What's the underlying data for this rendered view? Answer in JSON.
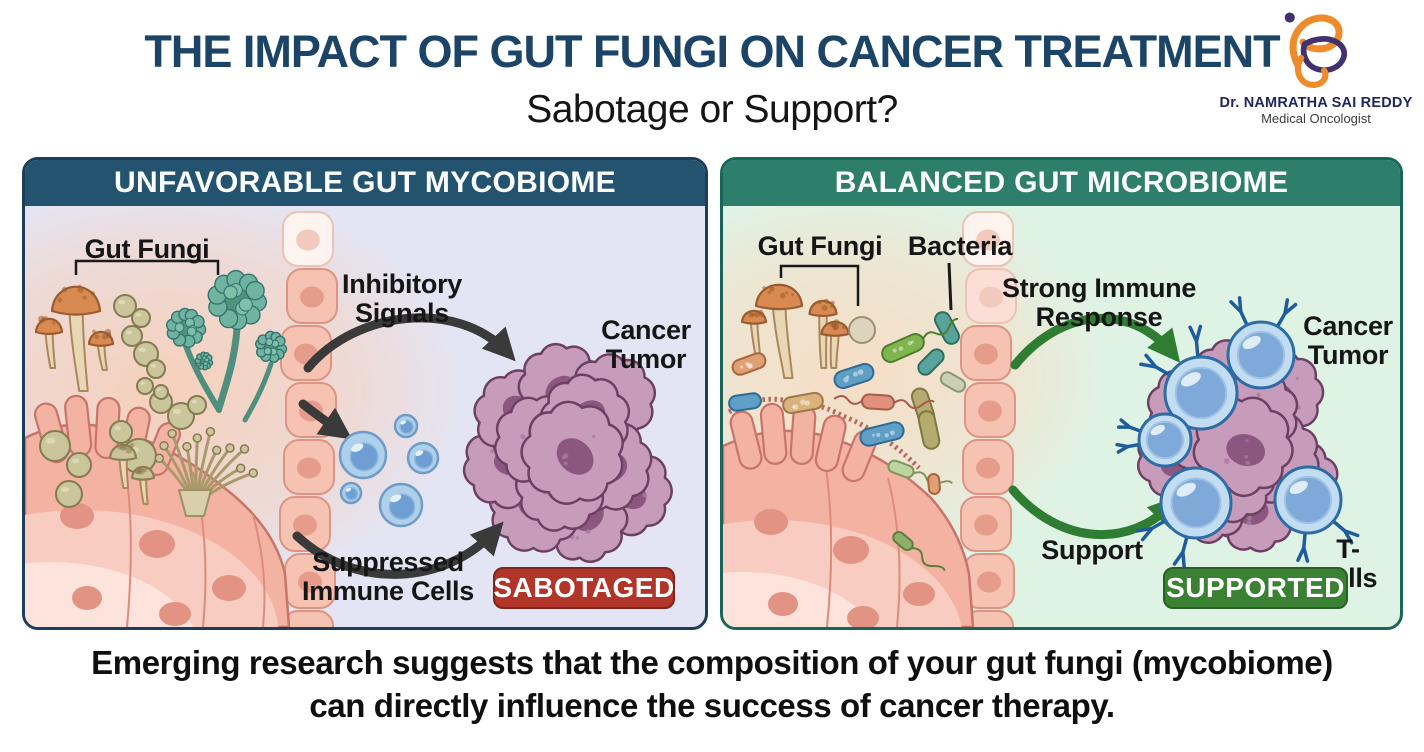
{
  "header": {
    "title": "THE IMPACT OF GUT FUNGI ON CANCER TREATMENT",
    "subtitle": "Sabotage or Support?",
    "logo": {
      "name": "Dr. NAMRATHA SAI REDDY",
      "specialty": "Medical Oncologist"
    }
  },
  "left_panel": {
    "title": "UNFAVORABLE GUT MYCOBIOME",
    "labels": {
      "gut_fungi": "Gut Fungi",
      "inhibitory_signals": "Inhibitory\nSignals",
      "cancer_tumor": "Cancer\nTumor",
      "suppressed_immune_cells": "Suppressed\nImmune Cells",
      "badge": "SABOTAGED"
    },
    "colors": {
      "header_bg": "#23536F",
      "body_bg": "#E4E5F4",
      "border": "#1C3E5C",
      "badge_bg": "#B23529",
      "arrows": "#3A3A3A"
    }
  },
  "right_panel": {
    "title": "BALANCED GUT MICROBIOME",
    "labels": {
      "gut_fungi": "Gut Fungi",
      "bacteria": "Bacteria",
      "strong_immune_response": "Strong Immune\nResponse",
      "cancer_tumor": "Cancer\nTumor",
      "support": "Support",
      "t_cells": "T-cells",
      "badge": "SUPPORTED"
    },
    "colors": {
      "header_bg": "#2E7E6C",
      "body_bg": "#DFF3E5",
      "border": "#18655A",
      "badge_bg": "#3A8134",
      "arrows": "#2E7D32"
    }
  },
  "caption": "Emerging research suggests that the composition of your gut fungi (mycobiome)\ncan directly influence the success of cancer therapy."
}
